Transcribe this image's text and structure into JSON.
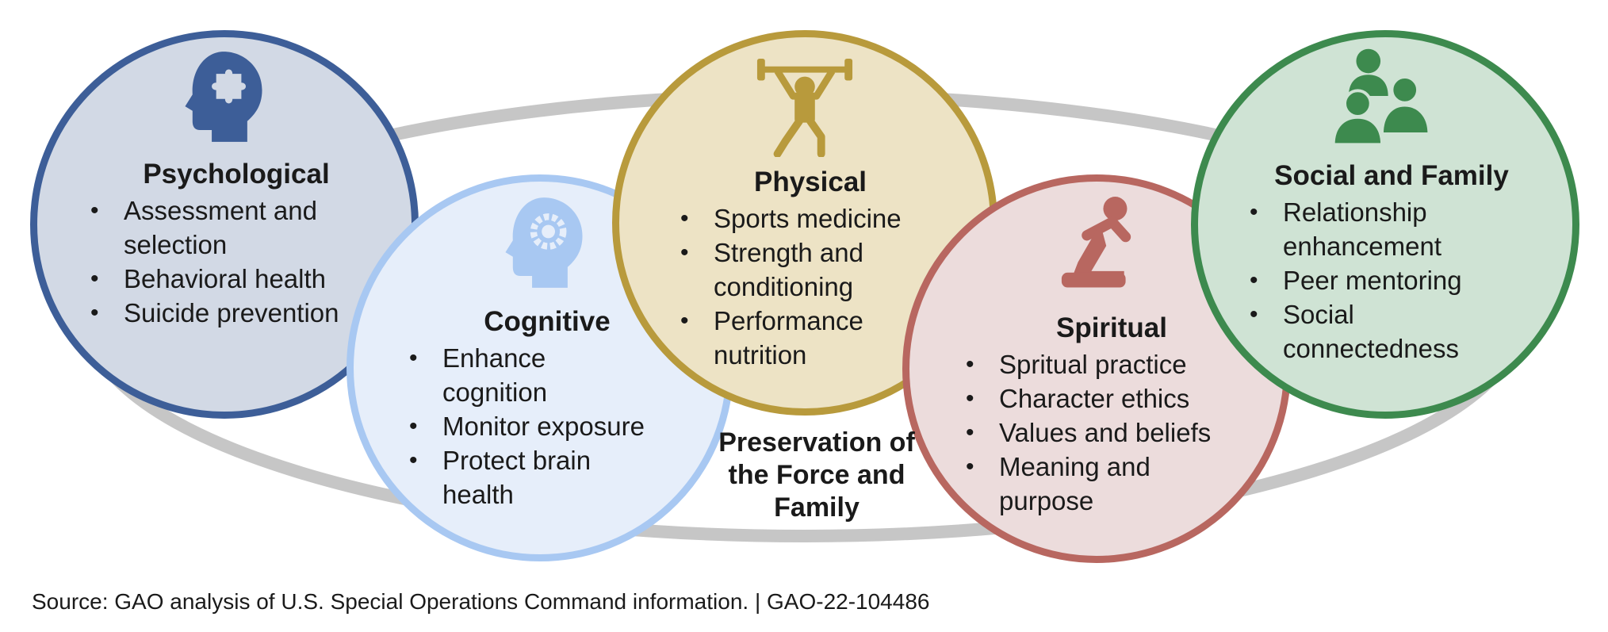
{
  "colors": {
    "ellipse_ring": "#c6c6c6",
    "psychological_fill": "#d2d9e5",
    "psychological_border": "#3d5e98",
    "cognitive_fill": "#e6eefa",
    "cognitive_border": "#a8c8f2",
    "physical_fill": "#ede3c5",
    "physical_border": "#b89a3c",
    "spiritual_fill": "#ecdcdc",
    "spiritual_border": "#b86760",
    "social_fill": "#cfe3d4",
    "social_border": "#3d8a4e"
  },
  "domains": {
    "psychological": {
      "icon": "head-puzzle-icon",
      "title": "Psychological",
      "items": [
        "Assessment and selection",
        "Behavioral health",
        "Suicide prevention"
      ]
    },
    "cognitive": {
      "icon": "head-gear-icon",
      "title": "Cognitive",
      "items": [
        "Enhance cognition",
        "Monitor exposure",
        "Protect brain health"
      ]
    },
    "physical": {
      "icon": "weightlifter-icon",
      "title": "Physical",
      "items": [
        "Sports medicine",
        "Strength and conditioning",
        "Performance nutrition"
      ]
    },
    "spiritual": {
      "icon": "kneeling-prayer-icon",
      "title": "Spiritual",
      "items": [
        "Spritual practice",
        "Character ethics",
        "Values and beliefs",
        "Meaning and purpose"
      ]
    },
    "social_family": {
      "icon": "group-people-icon",
      "title": "Social and Family",
      "items": [
        "Relationship enhancement",
        "Peer mentoring",
        "Social connectedness"
      ]
    }
  },
  "center_label": "Preservation of the Force and Family",
  "source": "Source: GAO analysis of U.S. Special Operations Command information.  |  GAO-22-104486"
}
